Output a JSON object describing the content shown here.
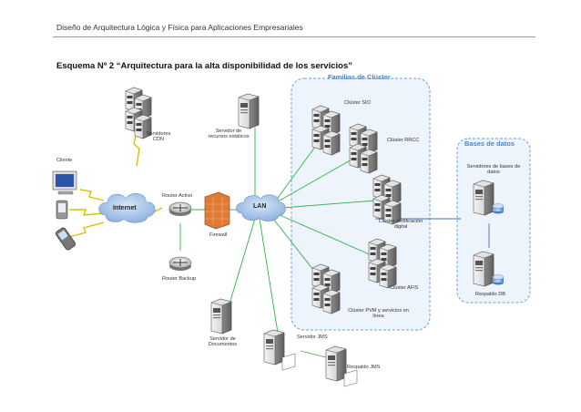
{
  "header": {
    "doc_title": "Diseño de Arquitectura Lógica y Física para Aplicaciones Empresariales"
  },
  "diagram": {
    "title": "Esquema Nº 2 “Arquitectura para la alta disponibilidad de los servicios”",
    "panels": {
      "clusters": "Familias de Clúster",
      "databases": "Bases de datos"
    },
    "labels": {
      "cliente": "Cliente",
      "servidores_cdn": "Servidores CDN",
      "servidor_estaticos": "Servidor de recursos estáticos",
      "router_activo": "Router Activo",
      "internet": "Internet",
      "lan": "LAN",
      "firewall": "Firewall",
      "router_backup": "Router Backup",
      "servidor_documentos": "Servidor de Documentos",
      "servidor_jms": "Servidor JMS",
      "respaldo_jms": "Respaldo JMS",
      "cluster_sio": "Clúster SIO",
      "cluster_rrcc": "Clúster RRCC",
      "cluster_cert": "Clúster certificación digital",
      "cluster_afis": "Clúster AFIS",
      "cluster_pvm": "Clúster PVM y servicios en línea",
      "servidores_bd": "Servidores de bases de datos",
      "respaldo_db": "Respaldo DB"
    },
    "colors": {
      "panel_fill": "#eef4fb",
      "panel_border": "#6f9fd6",
      "link_green": "#2fb34a",
      "link_blue": "#3d6fc4",
      "lightning": "#d4c400",
      "cloud_fill": "#a9c7ea",
      "firewall": "#e07a35"
    }
  }
}
